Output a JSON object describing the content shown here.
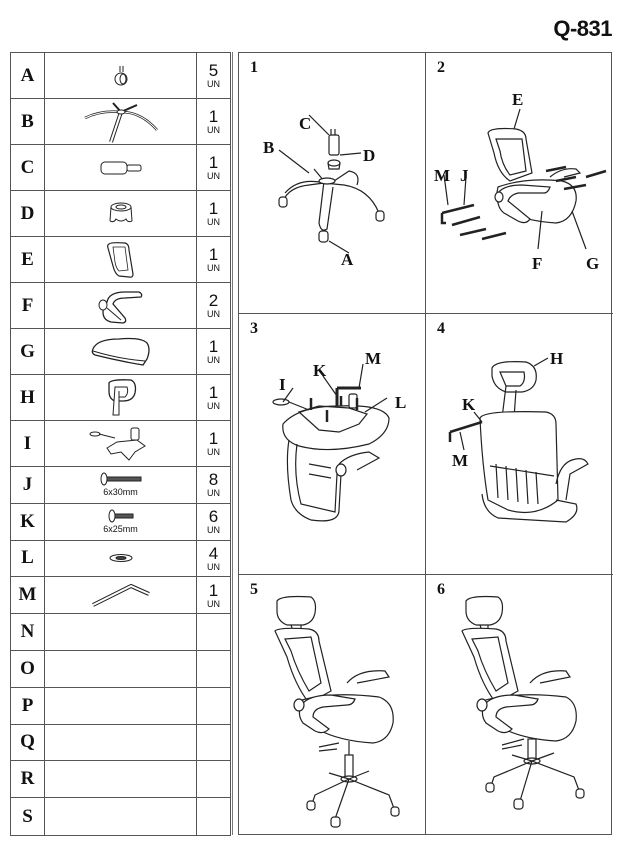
{
  "header": {
    "model_code": "Q-831"
  },
  "parts": [
    {
      "letter": "A",
      "icon": "caster-wheel-icon",
      "qty": "5",
      "unit": "UN"
    },
    {
      "letter": "B",
      "icon": "star-base-icon",
      "qty": "1",
      "unit": "UN"
    },
    {
      "letter": "C",
      "icon": "gas-cylinder-icon",
      "qty": "1",
      "unit": "UN"
    },
    {
      "letter": "D",
      "icon": "cylinder-cover-icon",
      "qty": "1",
      "unit": "UN"
    },
    {
      "letter": "E",
      "icon": "mesh-backrest-icon",
      "qty": "1",
      "unit": "UN"
    },
    {
      "letter": "F",
      "icon": "armrest-icon",
      "qty": "2",
      "unit": "UN"
    },
    {
      "letter": "G",
      "icon": "seat-cushion-icon",
      "qty": "1",
      "unit": "UN"
    },
    {
      "letter": "H",
      "icon": "headrest-icon",
      "qty": "1",
      "unit": "UN"
    },
    {
      "letter": "I",
      "icon": "tilt-mechanism-icon",
      "qty": "1",
      "unit": "UN"
    },
    {
      "letter": "J",
      "icon": "bolt-long-icon",
      "spec": "6x30mm",
      "qty": "8",
      "unit": "UN"
    },
    {
      "letter": "K",
      "icon": "bolt-short-icon",
      "spec": "6x25mm",
      "qty": "6",
      "unit": "UN"
    },
    {
      "letter": "L",
      "icon": "washer-icon",
      "qty": "4",
      "unit": "UN"
    },
    {
      "letter": "M",
      "icon": "allen-key-icon",
      "qty": "1",
      "unit": "UN"
    },
    {
      "letter": "N",
      "icon": "",
      "qty": "",
      "unit": ""
    },
    {
      "letter": "O",
      "icon": "",
      "qty": "",
      "unit": ""
    },
    {
      "letter": "P",
      "icon": "",
      "qty": "",
      "unit": ""
    },
    {
      "letter": "Q",
      "icon": "",
      "qty": "",
      "unit": ""
    },
    {
      "letter": "R",
      "icon": "",
      "qty": "",
      "unit": ""
    },
    {
      "letter": "S",
      "icon": "",
      "qty": "",
      "unit": ""
    }
  ],
  "steps": [
    {
      "number": "1",
      "illustration": "base-assembly",
      "callouts": [
        "C",
        "B",
        "D",
        "A"
      ]
    },
    {
      "number": "2",
      "illustration": "seat-backrest-armrest-assembly",
      "callouts": [
        "E",
        "M",
        "J",
        "F",
        "G"
      ]
    },
    {
      "number": "3",
      "illustration": "mechanism-attachment",
      "callouts": [
        "M",
        "K",
        "I",
        "L"
      ]
    },
    {
      "number": "4",
      "illustration": "headrest-attachment",
      "callouts": [
        "H",
        "K",
        "M"
      ]
    },
    {
      "number": "5",
      "illustration": "seat-onto-base",
      "callouts": []
    },
    {
      "number": "6",
      "illustration": "completed-chair",
      "callouts": []
    }
  ]
}
